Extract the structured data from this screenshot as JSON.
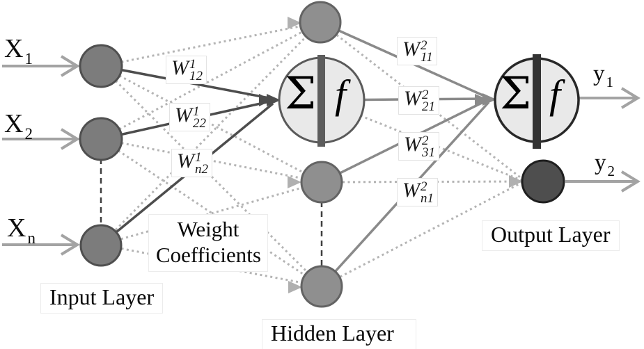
{
  "diagram": {
    "inputs": [
      {
        "base": "X",
        "sub": "1"
      },
      {
        "base": "X",
        "sub": "2"
      },
      {
        "base": "X",
        "sub": "n"
      }
    ],
    "outputs": [
      {
        "base": "y",
        "sub": "1"
      },
      {
        "base": "y",
        "sub": "2"
      }
    ],
    "layer1_weights": [
      {
        "base": "W",
        "sup": "1",
        "sub": "12"
      },
      {
        "base": "W",
        "sup": "1",
        "sub": "22"
      },
      {
        "base": "W",
        "sup": "1",
        "sub": "n2"
      }
    ],
    "layer2_weights": [
      {
        "base": "W",
        "sup": "2",
        "sub": "11"
      },
      {
        "base": "W",
        "sup": "2",
        "sub": "21"
      },
      {
        "base": "W",
        "sup": "2",
        "sub": "31"
      },
      {
        "base": "W",
        "sup": "2",
        "sub": "n1"
      }
    ],
    "neuron": {
      "sum_symbol": "Σ",
      "activation_symbol": "f"
    },
    "labels": {
      "input_layer": "Input Layer",
      "hidden_layer": "Hidden Layer",
      "output_layer": "Output Layer",
      "weight_coefficients": [
        "Weight",
        "Coefficients"
      ]
    },
    "colors": {
      "input_node_fill": "#7c7c7c",
      "hidden_node_fill": "#8f8f8f",
      "neuron_fill": "#e9e9e9",
      "output_node2_fill": "#4e4e4e",
      "dotted_connection": "#b4b4b4",
      "solid_dark_connection": "#4d4d4d",
      "solid_gray_connection": "#8a8a8a",
      "io_arrow": "#a3a3a3"
    }
  }
}
